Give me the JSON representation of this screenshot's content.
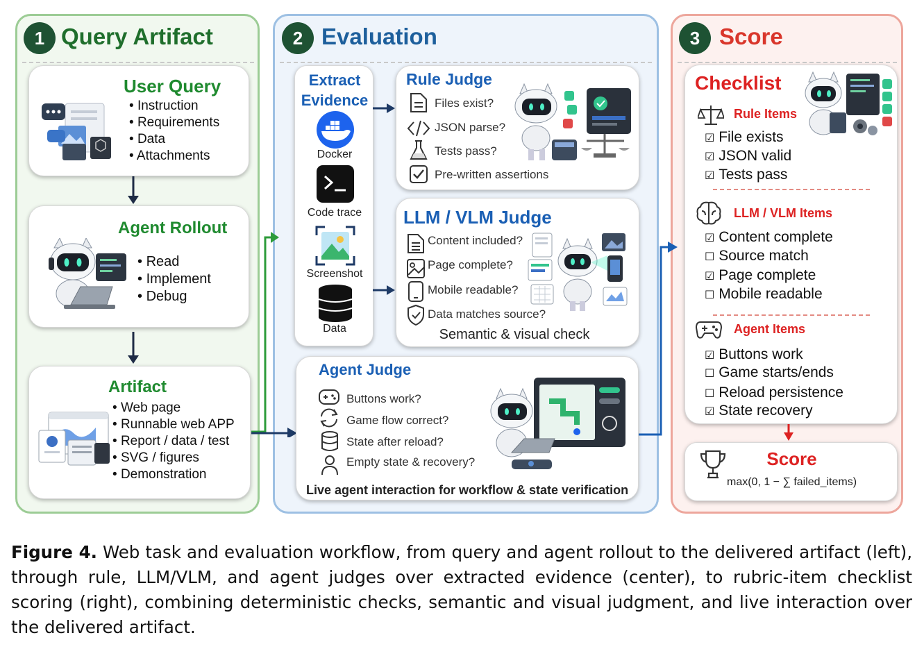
{
  "panels": {
    "query": {
      "number": "1",
      "title": "Query Artifact"
    },
    "evaluation": {
      "number": "2",
      "title": "Evaluation"
    },
    "score": {
      "number": "3",
      "title": "Score"
    }
  },
  "user_query": {
    "title": "User Query",
    "items": [
      "Instruction",
      "Requirements",
      "Data",
      "Attachments"
    ]
  },
  "agent_rollout": {
    "title": "Agent Rollout",
    "items": [
      "Read",
      "Implement",
      "Debug"
    ]
  },
  "artifact": {
    "title": "Artifact",
    "items": [
      "Web page",
      "Runnable web APP",
      "Report / data / test",
      "SVG / figures",
      "Demonstration"
    ]
  },
  "extract": {
    "title_line1": "Extract",
    "title_line2": "Evidence",
    "items": [
      "Docker",
      "Code trace",
      "Screenshot",
      "Data"
    ]
  },
  "rule_judge": {
    "title": "Rule Judge",
    "checks": [
      "Files exist?",
      "JSON parse?",
      "Tests pass?",
      "Pre-written assertions"
    ]
  },
  "llm_judge": {
    "title": "LLM / VLM Judge",
    "checks": [
      "Content included?",
      "Page complete?",
      "Mobile readable?",
      "Data matches source?"
    ],
    "footer": "Semantic & visual check"
  },
  "agent_judge": {
    "title": "Agent Judge",
    "checks": [
      "Buttons work?",
      "Game flow correct?",
      "State after reload?",
      "Empty state & recovery?"
    ],
    "footer": "Live agent interaction for workflow & state verification"
  },
  "checklist": {
    "title": "Checklist",
    "rule": {
      "label": "Rule Items",
      "items": [
        {
          "mark": "☑",
          "text": "File exists"
        },
        {
          "mark": "☑",
          "text": "JSON valid"
        },
        {
          "mark": "☑",
          "text": "Tests pass"
        }
      ]
    },
    "llm": {
      "label": "LLM / VLM Items",
      "items": [
        {
          "mark": "☑",
          "text": "Content complete"
        },
        {
          "mark": "☐",
          "text": "Source match"
        },
        {
          "mark": "☑",
          "text": "Page complete"
        },
        {
          "mark": "☐",
          "text": "Mobile readable"
        }
      ]
    },
    "agent": {
      "label": "Agent Items",
      "items": [
        {
          "mark": "☑",
          "text": "Buttons work"
        },
        {
          "mark": "☐",
          "text": "Game starts/ends"
        },
        {
          "mark": "☐",
          "text": "Reload persistence"
        },
        {
          "mark": "☑",
          "text": "State recovery"
        }
      ]
    }
  },
  "score": {
    "title": "Score",
    "formula": "max(0, 1 − ∑ failed_items)"
  },
  "caption": {
    "label": "Figure 4.",
    "text": "Web task and evaluation workflow, from query and agent rollout to the delivered artifact (left), through rule, LLM/VLM, and agent judges over extracted evidence (center), to rubric-item checklist scoring (right), combining deterministic checks, semantic and visual judgment, and live interaction over the delivered artifact."
  },
  "colors": {
    "green": "#1f8a2f",
    "blue": "#1a5fb4",
    "red": "#dd2222",
    "badge": "#1e5233"
  }
}
